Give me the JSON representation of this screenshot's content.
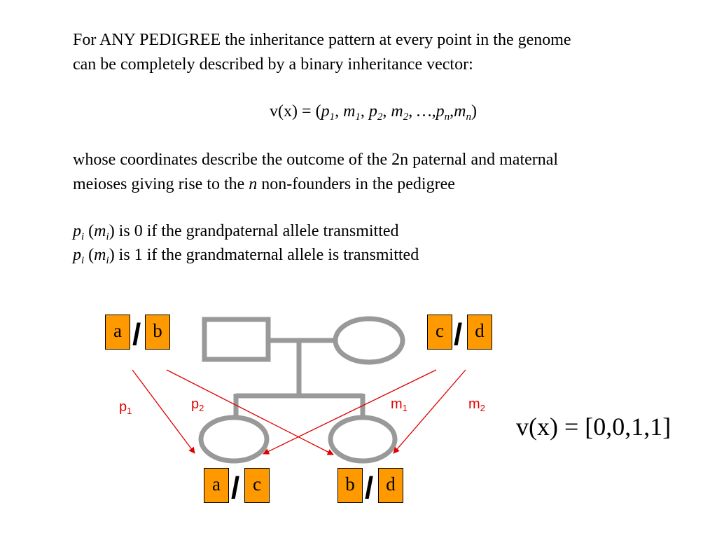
{
  "intro": {
    "line1": "For ANY PEDIGREE the inheritance pattern at every point in the genome",
    "line2": "can be completely described by a binary inheritance vector:"
  },
  "vector_formula": {
    "lhs": "v(x) = (",
    "terms": [
      {
        "var": "p",
        "sub": "1"
      },
      {
        "var": "m",
        "sub": "1"
      },
      {
        "var": "p",
        "sub": "2"
      },
      {
        "var": "m",
        "sub": "2"
      },
      {
        "var": "…,p",
        "sub": "n"
      },
      {
        "var": "m",
        "sub": "n"
      }
    ],
    "rhs": ")"
  },
  "coords": {
    "line1": "whose coordinates describe the outcome of the 2n paternal and maternal",
    "line2_pre": "meioses giving rise to the ",
    "line2_n": "n",
    "line2_post": " non-founders in the pedigree"
  },
  "rules": [
    {
      "p": "p",
      "sub": "i",
      "m": "m",
      "msub": "i",
      "text": ") is 0 if the grandpaternal allele transmitted"
    },
    {
      "p": "p",
      "sub": "i",
      "m": "m",
      "msub": "i",
      "text": ") is 1 if the grandmaternal allele is transmitted"
    }
  ],
  "pedigree": {
    "father_alleles": [
      "a",
      "b"
    ],
    "mother_alleles": [
      "c",
      "d"
    ],
    "child1_alleles": [
      "a",
      "c"
    ],
    "child2_alleles": [
      "b",
      "d"
    ],
    "separator": "/",
    "meiosis_labels": [
      {
        "var": "p",
        "sub": "1"
      },
      {
        "var": "p",
        "sub": "2"
      },
      {
        "var": "m",
        "sub": "1"
      },
      {
        "var": "m",
        "sub": "2"
      }
    ],
    "colors": {
      "allele_box": "#ff9900",
      "pedigree_lines": "#999999",
      "arrows": "#e00000"
    }
  },
  "result": "v(x) = [0,0,1,1]"
}
